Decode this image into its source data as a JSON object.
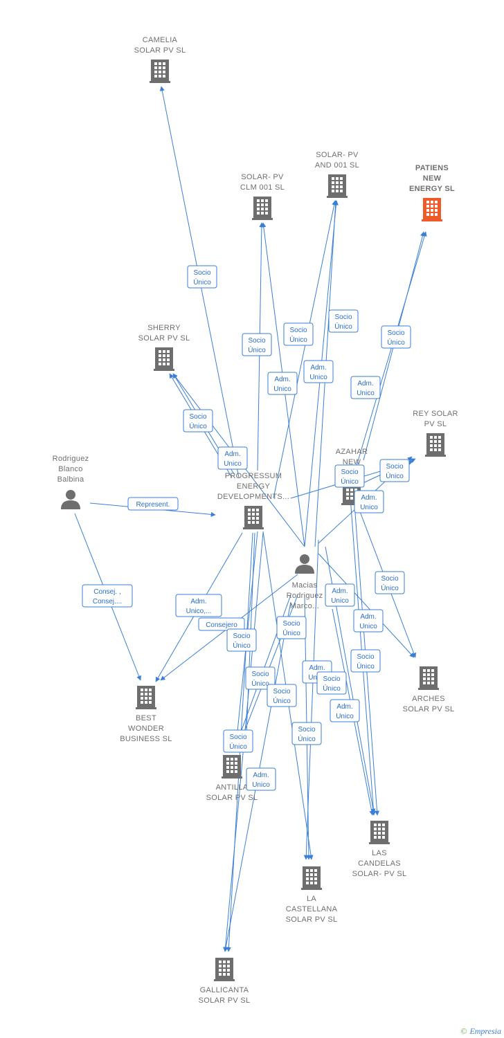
{
  "colors": {
    "edge": "#3a7fd5",
    "company": "#6e6e6e",
    "focus_company": "#f05a28",
    "person": "#6e6e6e"
  },
  "nodes": [
    {
      "id": "camelia",
      "type": "company",
      "label": [
        "CAMELIA",
        "SOLAR PV  SL"
      ]
    },
    {
      "id": "solar_and",
      "type": "company",
      "label": [
        "SOLAR- PV",
        "AND 001  SL"
      ]
    },
    {
      "id": "solar_clm",
      "type": "company",
      "label": [
        "SOLAR- PV",
        "CLM 001  SL"
      ]
    },
    {
      "id": "patiens",
      "type": "focus",
      "label": [
        "PATIENS",
        "NEW",
        "ENERGY  SL"
      ]
    },
    {
      "id": "sherry",
      "type": "company",
      "label": [
        "SHERRY",
        "SOLAR PV  SL"
      ]
    },
    {
      "id": "rey",
      "type": "company",
      "label": [
        "REY SOLAR",
        "PV  SL"
      ]
    },
    {
      "id": "rodriguez",
      "type": "person",
      "label": [
        "Rodriguez",
        "Blanco",
        "Balbina"
      ]
    },
    {
      "id": "azahar",
      "type": "company",
      "label": [
        "AZAHAR",
        "NEW",
        "E...    SL"
      ]
    },
    {
      "id": "progressum",
      "type": "company",
      "label": [
        "PROGRESSUM",
        "ENERGY",
        "DEVELOPMENTS..."
      ]
    },
    {
      "id": "macias",
      "type": "person",
      "label": [
        "Macias",
        "Rodriguez",
        "Marco..."
      ]
    },
    {
      "id": "best",
      "type": "company",
      "label": [
        "BEST",
        "WONDER",
        "BUSINESS SL"
      ]
    },
    {
      "id": "arches",
      "type": "company",
      "label": [
        "ARCHES",
        "SOLAR PV  SL"
      ]
    },
    {
      "id": "antilla",
      "type": "company",
      "label": [
        "ANTILLA",
        "SOLAR PV  SL"
      ]
    },
    {
      "id": "candelas",
      "type": "company",
      "label": [
        "LAS",
        "CANDELAS",
        "SOLAR- PV  SL"
      ]
    },
    {
      "id": "castellana",
      "type": "company",
      "label": [
        "LA",
        "CASTELLANA",
        "SOLAR PV  SL"
      ]
    },
    {
      "id": "gallicanta",
      "type": "company",
      "label": [
        "GALLICANTA",
        "SOLAR PV  SL"
      ]
    }
  ],
  "edge_labels": [
    [
      "Socio",
      "Único"
    ],
    [
      "Socio",
      "Único"
    ],
    [
      "Socio",
      "Único"
    ],
    [
      "Socio",
      "Único"
    ],
    [
      "Socio",
      "Único"
    ],
    [
      "Adm.",
      "Unico"
    ],
    [
      "Adm.",
      "Unico"
    ],
    [
      "Adm.",
      "Unico"
    ],
    [
      "Socio",
      "Único"
    ],
    [
      "Adm.",
      "Unico"
    ],
    [
      "Socio",
      "Único"
    ],
    [
      "Socio",
      "Único"
    ],
    [
      "Adm.",
      "Unico"
    ],
    [
      "Represent."
    ],
    [
      "Consej. ,",
      "Consej...."
    ],
    [
      "Adm.",
      "Unico,..."
    ],
    [
      "Consejero"
    ],
    [
      "Socio",
      "Único"
    ],
    [
      "Socio",
      "Único"
    ],
    [
      "Socio",
      "Único"
    ],
    [
      "Adm.",
      "Unico"
    ],
    [
      "Socio",
      "Único"
    ],
    [
      "Adm.",
      "Unico"
    ],
    [
      "Socio",
      "Único"
    ],
    [
      "Socio",
      "Único"
    ],
    [
      "Socio",
      "Único"
    ],
    [
      "Socio",
      "Único"
    ],
    [
      "Adm.",
      "Unico"
    ],
    [
      "Adm.",
      "Unico"
    ],
    [
      "Socio",
      "Único"
    ],
    [
      "Adm.",
      "Unico"
    ]
  ],
  "footer": {
    "copyright": "©",
    "brand": "Empresia"
  }
}
